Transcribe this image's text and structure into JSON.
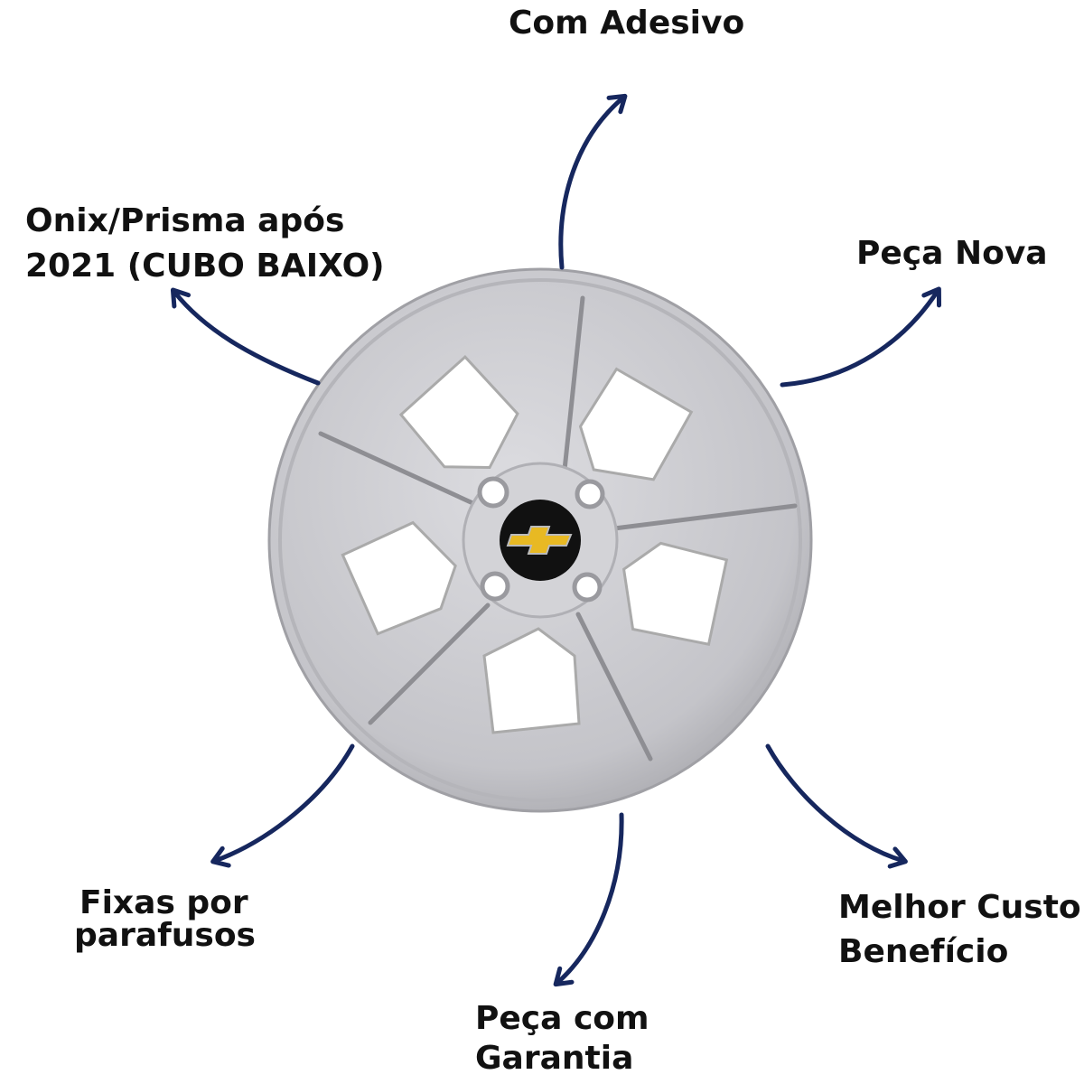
{
  "labels": {
    "top": "Com Adesivo",
    "top_left": [
      "Onix/Prisma após",
      "2021 (CUBO BAIXO)"
    ],
    "top_right": "Peça Nova",
    "bottom_left": [
      "Fixas por",
      "parafusos"
    ],
    "bottom": [
      "Peça com",
      "Garantia"
    ],
    "bottom_right": [
      "Melhor Custo",
      "Benefício"
    ]
  },
  "colors": {
    "arrow": "#16275e",
    "wheel": "#c9c9cd",
    "logo": "#e8b923"
  }
}
